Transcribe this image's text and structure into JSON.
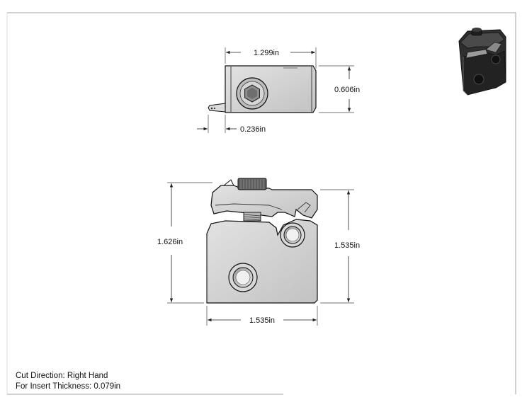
{
  "top_view": {
    "width_label": "1.299in",
    "height_label": "0.606in",
    "offset_label": "0.236in"
  },
  "front_view": {
    "height_left_label": "1.626in",
    "height_right_label": "1.535in",
    "width_label": "1.535in"
  },
  "notes": {
    "cut_direction": "Cut Direction: Right Hand",
    "insert_thickness": "For Insert Thickness: 0.079in"
  },
  "colors": {
    "steel": "#cfcfcf",
    "outline": "#111111"
  },
  "icons": {
    "hex_screw": "hex-socket-screw-icon",
    "iso_view": "isometric-tool-holder-icon"
  }
}
